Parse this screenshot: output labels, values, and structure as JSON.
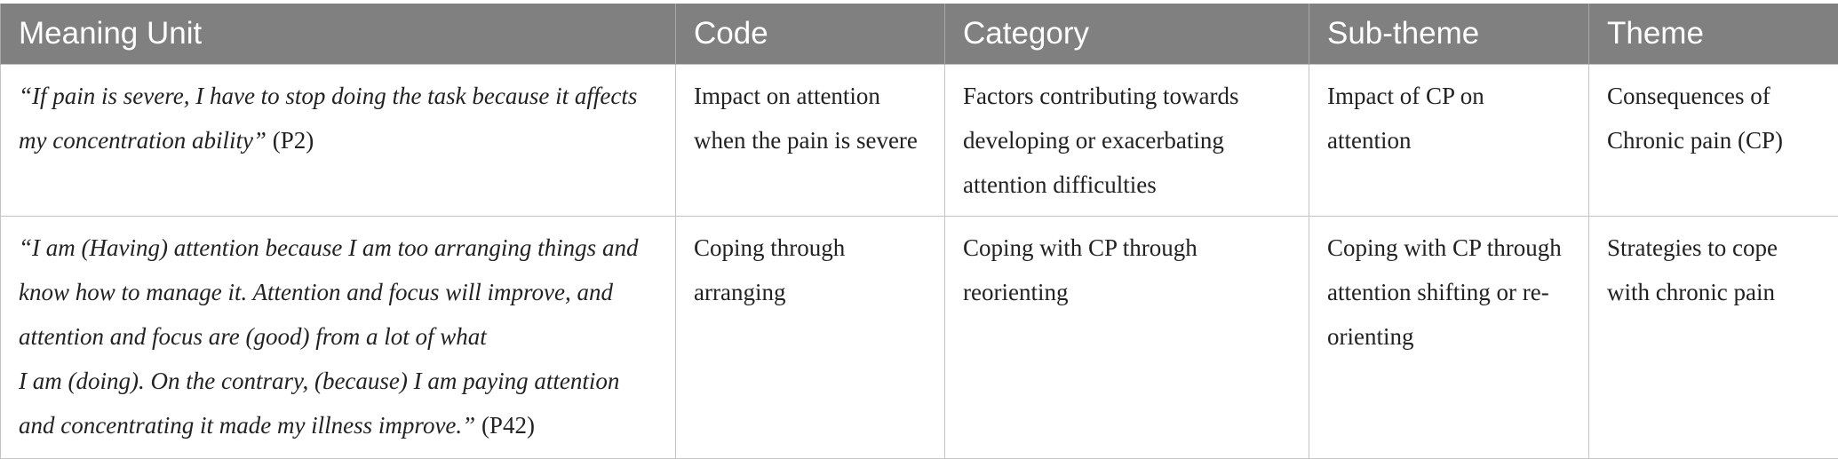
{
  "table": {
    "headers": [
      "Meaning Unit",
      "Code",
      "Category",
      "Sub-theme",
      "Theme"
    ],
    "rows": [
      {
        "meaning_quote": "“If pain is severe, I have to stop doing the task because it affects my concentration ability”",
        "meaning_ref": " (P2)",
        "code": "Impact on attention when the pain is severe",
        "category": "Factors contributing towards developing or exacerbating attention difficulties",
        "subtheme": "Impact of CP on attention",
        "theme": "Consequences of Chronic pain (CP)"
      },
      {
        "meaning_quote_a": "“I am (Having) attention because I am too arranging things and know how to manage it. Attention and focus will improve, and attention and focus are (good) from a lot of what",
        "meaning_quote_b": "I am (doing). On the contrary, (because) I am paying attention and concentrating it made my illness improve.”",
        "meaning_ref": " (P42)",
        "code": "Coping through arranging",
        "category": "Coping with CP through reorienting",
        "subtheme": "Coping with CP through attention shifting or re-orienting",
        "theme": "Strategies to cope with chronic pain"
      }
    ]
  }
}
